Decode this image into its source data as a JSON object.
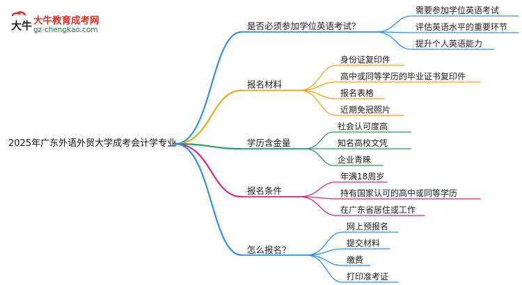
{
  "logo": {
    "title": "大牛教育成考网",
    "url": "gz-chengkao.com",
    "mark_text": "大牛",
    "colors": {
      "title": "#e0322c",
      "url": "#2a7a3f"
    }
  },
  "root": {
    "label": "2025年广东外语外贸大学成考会计学专业"
  },
  "branches": [
    {
      "label": "是否必须参加学位英语考试？",
      "color": "#2f8ff2",
      "children": [
        "需要参加学位英语考试",
        "评估英语水平的重要环节",
        "提升个人英语能力"
      ]
    },
    {
      "label": "报名材料",
      "color": "#f2a51a",
      "children": [
        "身份证复印件",
        "高中或同等学历的毕业证书复印件",
        "报名表格",
        "近期免冠照片"
      ]
    },
    {
      "label": "学历含金量",
      "color": "#20a05a",
      "children": [
        "社会认可度高",
        "知名高校文凭",
        "企业青睐"
      ]
    },
    {
      "label": "报名条件",
      "color": "#e5227b",
      "children": [
        "年满18周岁",
        "持有国家认可的高中或同等学历",
        "在广东省居住或工作"
      ]
    },
    {
      "label": "怎么报名？",
      "color": "#2f8ff2",
      "children": [
        "网上预报名",
        "提交材料",
        "缴费",
        "打印准考证"
      ]
    }
  ]
}
